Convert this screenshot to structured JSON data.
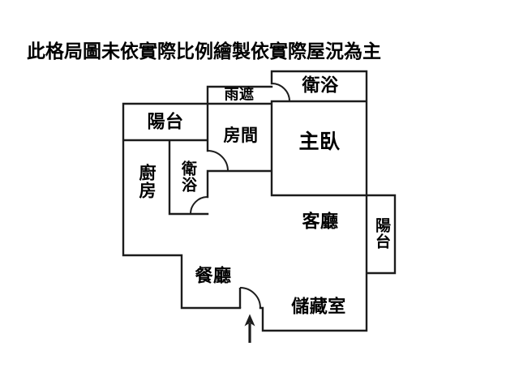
{
  "disclaimer": "此格局圖未依實際比例繪製依實際屋況為主",
  "rooms": {
    "bath_top": "衛浴",
    "rain_cover": "雨遮",
    "balcony_left": "陽台",
    "bedroom": "房間",
    "master_bedroom": "主臥",
    "kitchen": "廚房",
    "bath_inner": "衛浴",
    "living_room": "客廳",
    "balcony_right": "陽台",
    "dining_room": "餐廳",
    "storage": "儲藏室"
  },
  "colors": {
    "background": "#ffffff",
    "wall": "#1c1c1c",
    "text": "#000000"
  }
}
